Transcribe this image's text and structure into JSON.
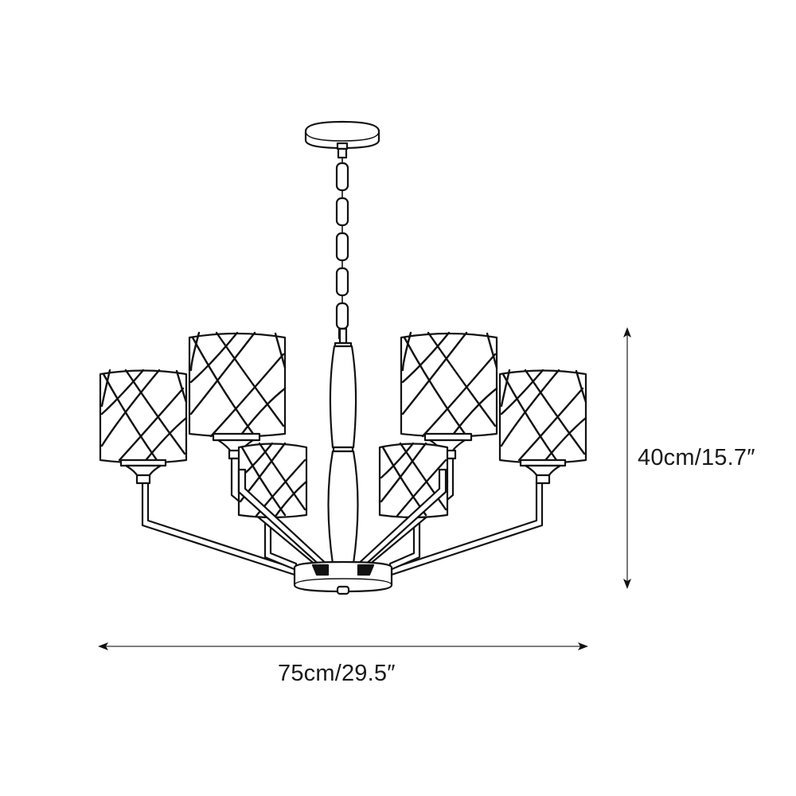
{
  "diagram": {
    "subject": "chandelier",
    "description": "Line drawing of an 8-arm drum-shade chandelier with chain suspension",
    "components": {
      "ceiling_canopy": "canopy",
      "chain": "chain",
      "central_column": "column",
      "base_hub": "hub",
      "shades": [
        {
          "position": "outer-left"
        },
        {
          "position": "upper-left"
        },
        {
          "position": "inner-left"
        },
        {
          "position": "inner-right"
        },
        {
          "position": "upper-right"
        },
        {
          "position": "outer-right"
        }
      ]
    },
    "colors": {
      "line": "#111111",
      "dimension_line": "#555555",
      "background": "#ffffff"
    }
  },
  "dimensions": {
    "height": {
      "label": "40cm/15.7″",
      "metric_cm": 40,
      "imperial_in": 15.7,
      "orientation": "vertical"
    },
    "width": {
      "label": "75cm/29.5″",
      "metric_cm": 75,
      "imperial_in": 29.5,
      "orientation": "horizontal"
    }
  }
}
